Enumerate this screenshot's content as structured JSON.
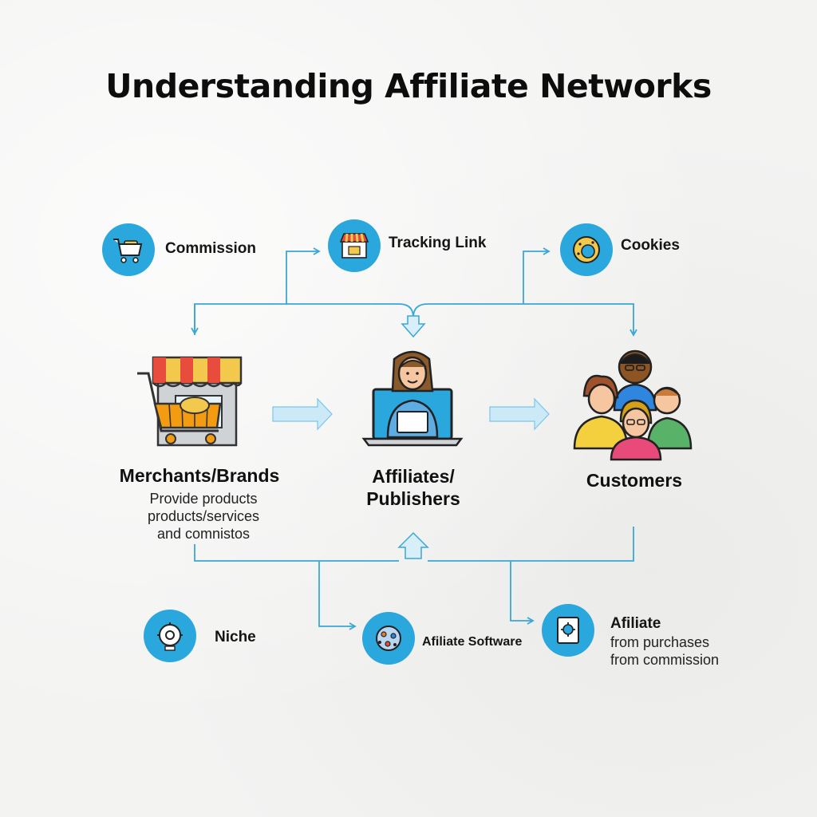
{
  "title": "Understanding Affiliate Networks",
  "top_items": [
    {
      "label": "Commission",
      "icon": "shopping-cart-icon"
    },
    {
      "label": "Tracking Link",
      "icon": "storefront-icon"
    },
    {
      "label": "Cookies",
      "icon": "cookie-icon"
    }
  ],
  "actors": [
    {
      "name": "Merchants/Brands",
      "desc": [
        "Provide products",
        "products/services",
        "and comnistos"
      ],
      "icon": "store-cart-icon"
    },
    {
      "name_lines": [
        "Affiliates/",
        "Publishers"
      ],
      "icon": "publisher-laptop-icon"
    },
    {
      "name": "Customers",
      "icon": "customers-group-icon"
    }
  ],
  "bottom_items": [
    {
      "label": "Niche",
      "icon": "target-gear-icon"
    },
    {
      "label": "Afiliate Software",
      "icon": "software-network-icon"
    },
    {
      "label": "Afiliate",
      "desc": [
        "from purchases",
        "from commission"
      ],
      "icon": "tablet-gear-icon"
    }
  ],
  "colors": {
    "accent": "#2aa7dc",
    "connector": "#3aa7d6",
    "arrow_fill": "#cbe9f6"
  }
}
